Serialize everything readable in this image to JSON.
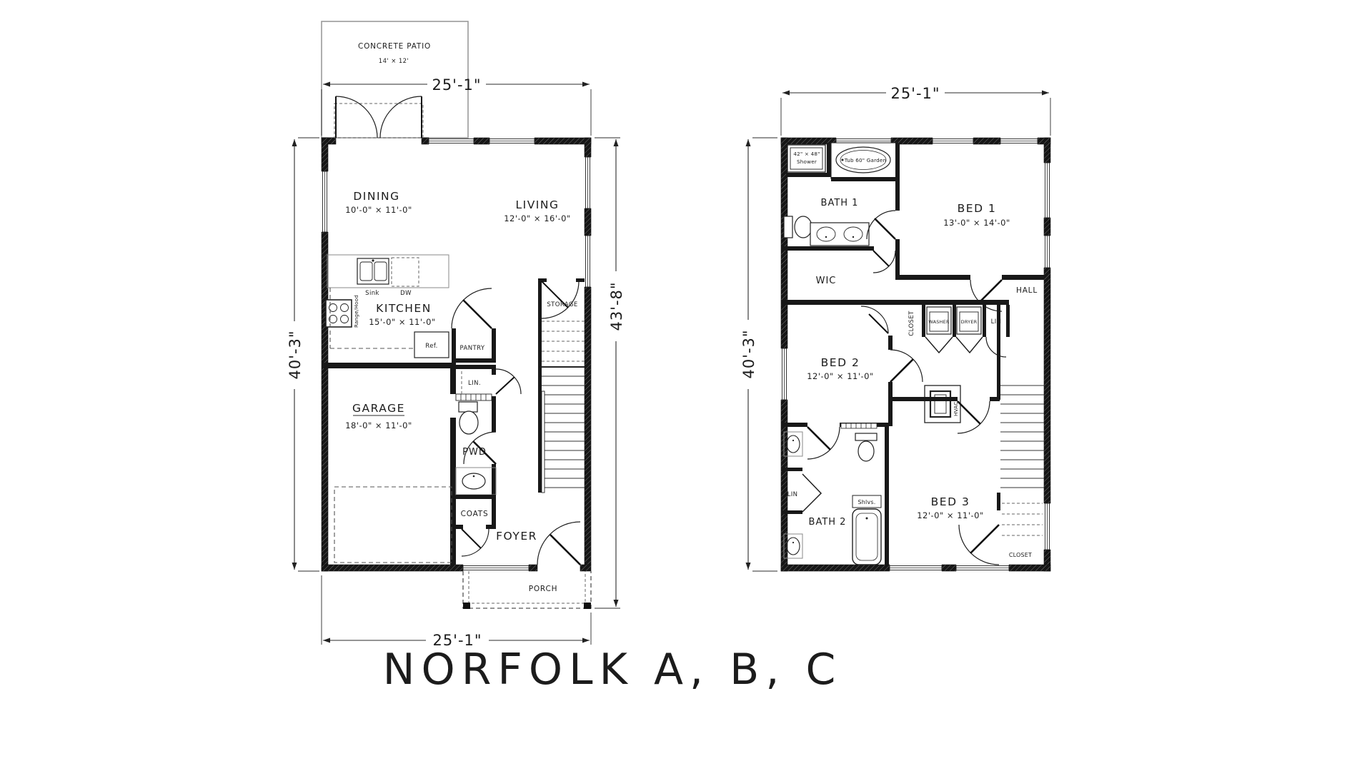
{
  "title": "NORFOLK A, B, C",
  "first_floor": {
    "dims": {
      "top": "25'-1\"",
      "bottom": "25'-1\"",
      "left": "40'-3\"",
      "right": "43'-8\""
    },
    "patio": {
      "name": "CONCRETE PATIO",
      "size": "14' × 12'"
    },
    "dining": {
      "name": "DINING",
      "size": "10'-0\" × 11'-0\""
    },
    "living": {
      "name": "LIVING",
      "size": "12'-0\" × 16'-0\""
    },
    "kitchen": {
      "name": "KITCHEN",
      "size": "15'-0\" × 11'-0\"",
      "sink": "Sink",
      "dishwasher": "DW",
      "range": "Range/Hood",
      "fridge": "Ref."
    },
    "garage": {
      "name": "GARAGE",
      "size": "18'-0\" × 11'-0\""
    },
    "pantry": "PANTRY",
    "linen": "LIN.",
    "powder": "PWD",
    "coats": "COATS",
    "foyer": "FOYER",
    "storage": "STORAGE",
    "porch": "PORCH"
  },
  "second_floor": {
    "dims": {
      "top": "25'-1\"",
      "left": "40'-3\""
    },
    "shower_size": "42\" × 48\"",
    "shower": "Shower",
    "tub": "Tub 60\" Garden",
    "bath1": "BATH 1",
    "bed1": {
      "name": "BED 1",
      "size": "13'-0\" × 14'-0\""
    },
    "wic": "WIC",
    "hall": "HALL",
    "closet_laundry": "CLOSET",
    "washer": "WASHER",
    "dryer": "DRYER",
    "linen_hall": "LIN",
    "bed2": {
      "name": "BED 2",
      "size": "12'-0\" × 11'-0\""
    },
    "hvac": "HVAC",
    "bath2": "BATH 2",
    "linen_bath": "LIN",
    "shelves": "Shlvs.",
    "bed3": {
      "name": "BED 3",
      "size": "12'-0\" × 11'-0\""
    },
    "closet_bed3": "CLOSET"
  }
}
